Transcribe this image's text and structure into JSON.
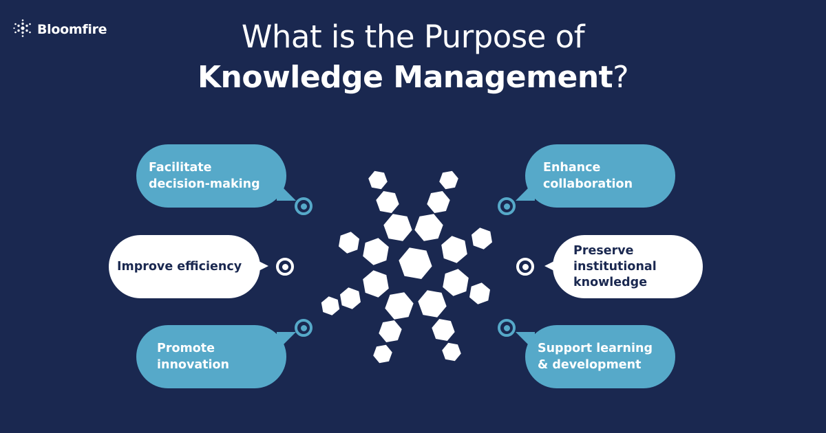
{
  "brand": {
    "name": "Bloomfire",
    "logo_icon": "sparkle-burst-icon"
  },
  "title": {
    "line1": "What is the Purpose of",
    "line2_bold": "Knowledge Management",
    "line2_suffix": "?"
  },
  "colors": {
    "background": "#1a2850",
    "accent_blue": "#56a9c9",
    "white": "#ffffff",
    "navy_text": "#1a2850"
  },
  "purposes": {
    "left": [
      {
        "label_lines": [
          "Facilitate",
          "decision-making"
        ],
        "style": "blue"
      },
      {
        "label_lines": [
          "Improve efficiency"
        ],
        "style": "white"
      },
      {
        "label_lines": [
          "Promote",
          "innovation"
        ],
        "style": "blue"
      }
    ],
    "right": [
      {
        "label_lines": [
          "Enhance",
          "collaboration"
        ],
        "style": "blue"
      },
      {
        "label_lines": [
          "Preserve",
          "institutional",
          "knowledge"
        ],
        "style": "white"
      },
      {
        "label_lines": [
          "Support learning",
          "& development"
        ],
        "style": "blue"
      }
    ]
  },
  "center_graphic": "hexagon-snowflake-icon"
}
